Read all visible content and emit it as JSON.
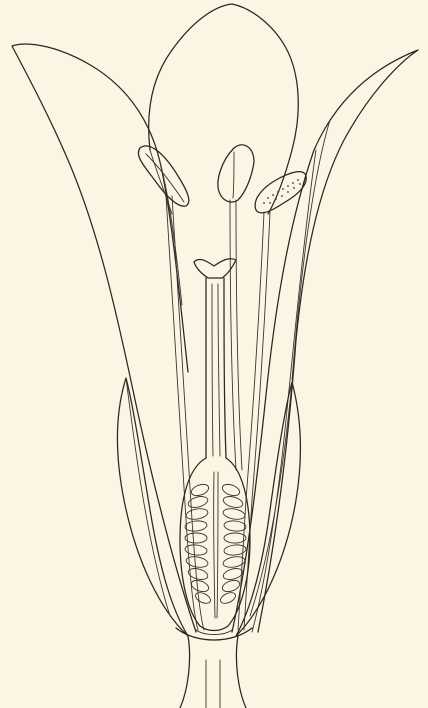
{
  "figure": {
    "subject": "longitudinal-section-of-flower",
    "paper_color": "#fbf5e3",
    "ink_color": "#2a2622",
    "parts": [
      "left-petal",
      "center-petal",
      "right-petal",
      "left-sepal",
      "right-sepal",
      "left-stamen",
      "center-stamen",
      "right-stamen",
      "pistil",
      "stigma",
      "style",
      "ovary",
      "ovules",
      "receptacle",
      "pedicel"
    ]
  }
}
